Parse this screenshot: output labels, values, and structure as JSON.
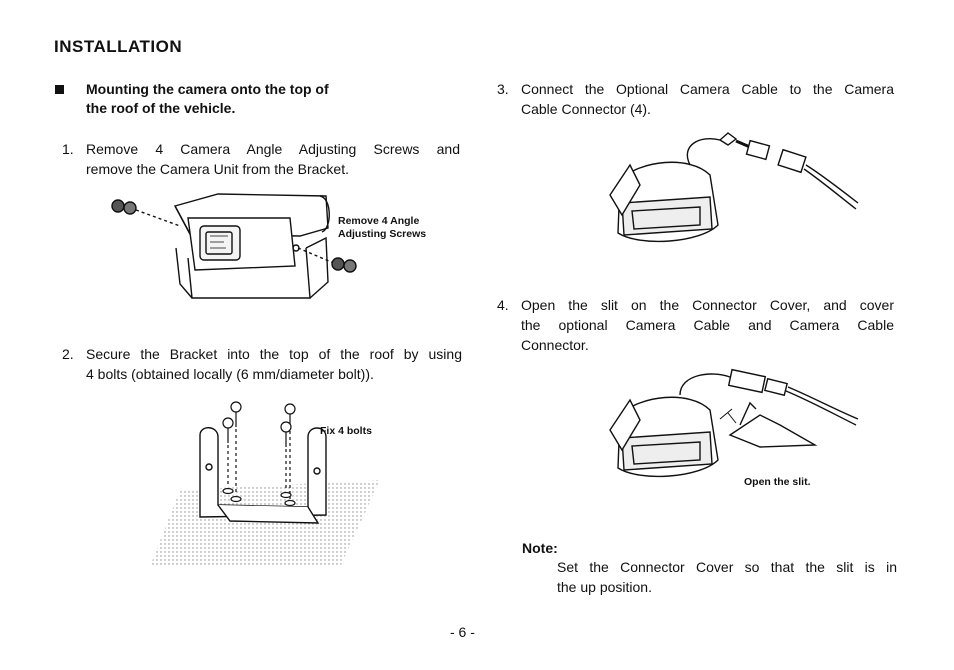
{
  "section_title": "INSTALLATION",
  "subsection": {
    "line1": "Mounting the camera onto the top of",
    "line2": "the roof of the vehicle."
  },
  "steps": [
    {
      "num": "1.",
      "line1": "Remove 4 Camera Angle Adjusting Screws and",
      "line2": "remove the Camera Unit from the Bracket."
    },
    {
      "num": "2.",
      "line1": "Secure the Bracket into the top of the roof by using",
      "line2": "4 bolts (obtained locally (6 mm/diameter bolt))."
    },
    {
      "num": "3.",
      "line1": "Connect the Optional Camera Cable to the Camera",
      "line2": "Cable Connector (4)."
    },
    {
      "num": "4.",
      "line1": "Open the slit on the Connector Cover, and cover",
      "line2": "the optional Camera Cable and Camera Cable",
      "line3": "Connector."
    }
  ],
  "figure_labels": {
    "fig1_line1": "Remove 4 Angle",
    "fig1_line2": "Adjusting Screws",
    "fig2": "Fix 4 bolts",
    "fig4": "Open the slit."
  },
  "note": {
    "heading": "Note:",
    "line1": "Set the Connector Cover so that the slit is in",
    "line2": "the up position."
  },
  "page_number": "- 6 -"
}
